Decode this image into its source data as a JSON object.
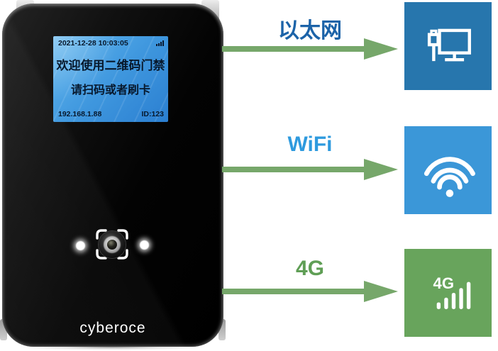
{
  "page": {
    "background": "#ffffff"
  },
  "device": {
    "brand": "cyberoce",
    "screen": {
      "datetime": "2021-12-28 10:03:05",
      "welcome_line": "欢迎使用二维码门禁",
      "instruction_line": "请扫码或者刷卡",
      "ip_address": "192.168.1.88",
      "device_id": "ID:123",
      "signal_icon": "signal-bars-icon",
      "background_colors": [
        "#62b7ef",
        "#3f97de",
        "#2b7fd1"
      ]
    },
    "camera": {
      "scan_frame_icon": "scan-frame-icon",
      "lens_icon": "camera-lens-icon",
      "led_lights": 2
    },
    "body_color": "#000000"
  },
  "connections": [
    {
      "label": "以太网",
      "label_color": "#1c63a8",
      "arrow_color": "#76a76a",
      "icon_name": "ethernet-monitor-icon",
      "icon_bg": "#2776ad"
    },
    {
      "label": "WiFi",
      "label_color": "#2e9ade",
      "arrow_color": "#76a76a",
      "icon_name": "wifi-icon",
      "icon_bg": "#3b97d8"
    },
    {
      "label": "4G",
      "label_color": "#5f9e55",
      "arrow_color": "#76a76a",
      "icon_name": "signal-4g-icon",
      "icon_bg": "#68a45c",
      "icon_text": "4G"
    }
  ]
}
